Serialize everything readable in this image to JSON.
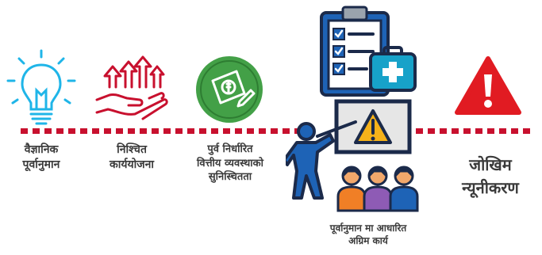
{
  "steps": [
    {
      "icon": "lightbulb-icon",
      "lines": [
        "वैज्ञानिक",
        "पूर्वानुमान"
      ]
    },
    {
      "icon": "hand-growth-arrows-icon",
      "lines": [
        "निश्चित",
        "कार्ययोजना"
      ]
    },
    {
      "icon": "money-coin-icon",
      "lines": [
        "पुर्व निर्धारित",
        "वित्तीय व्यवस्थाको",
        "सुनिस्चितता"
      ]
    },
    {
      "icon": "presenter-warning-icon",
      "lines": [
        "पूर्वानुमान मा आधारित",
        "अग्रिम कार्य"
      ]
    },
    {
      "icon": "warning-triangle-icon",
      "lines": [
        "जोखिम",
        "न्यूनीकरण"
      ]
    }
  ],
  "colors": {
    "red": "#c8102e",
    "cyan": "#1fb5e8",
    "green": "#43a047",
    "navy": "#1b2a4a",
    "blue": "#1e63b6",
    "teal": "#17a2c9"
  },
  "decor_icons": [
    "clipboard-checklist-icon",
    "medical-kit-icon",
    "audience-icon"
  ]
}
